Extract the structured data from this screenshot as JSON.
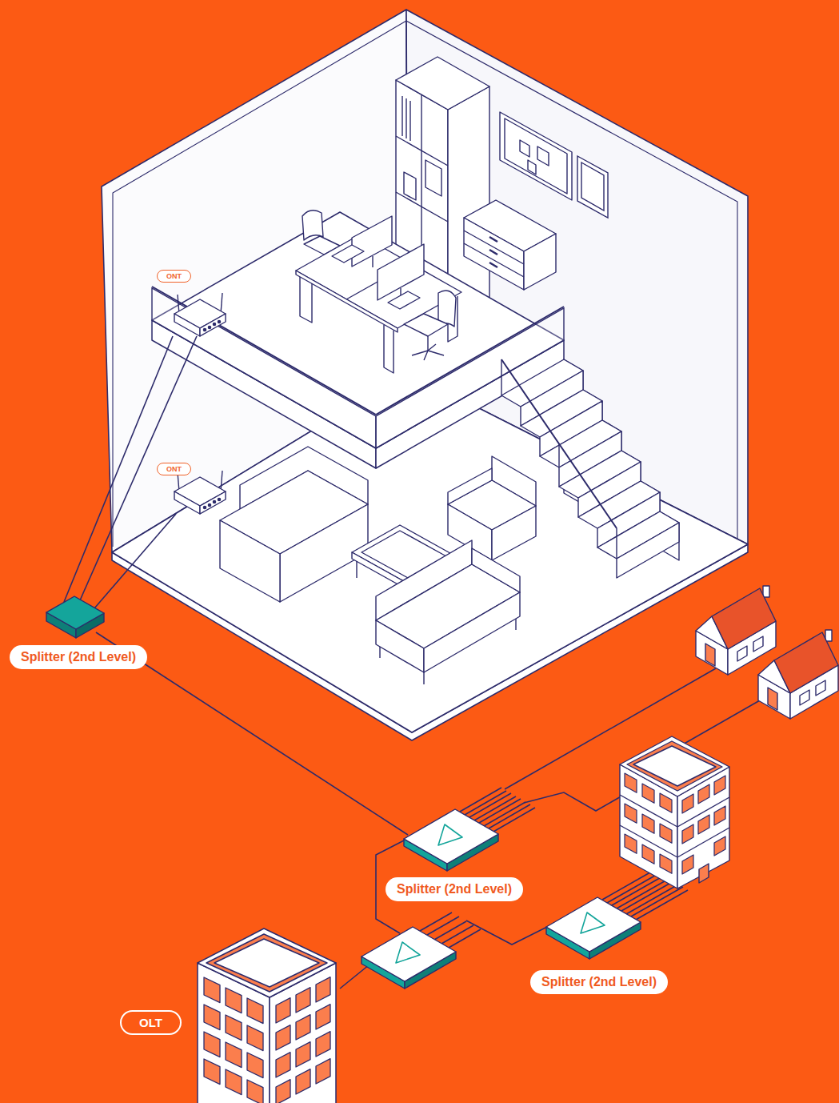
{
  "diagram": {
    "nodes": [
      {
        "text": [
          "ONT"
        ]
      },
      {
        "text": [
          "ONT"
        ]
      },
      {
        "text": [
          "Splitter (2nd Level)"
        ]
      },
      {
        "text": [
          "Splitter (2nd Level)"
        ]
      },
      {
        "text": [
          "Splitter (2nd Level)"
        ]
      },
      {
        "text": [
          "OLT"
        ]
      }
    ]
  }
}
